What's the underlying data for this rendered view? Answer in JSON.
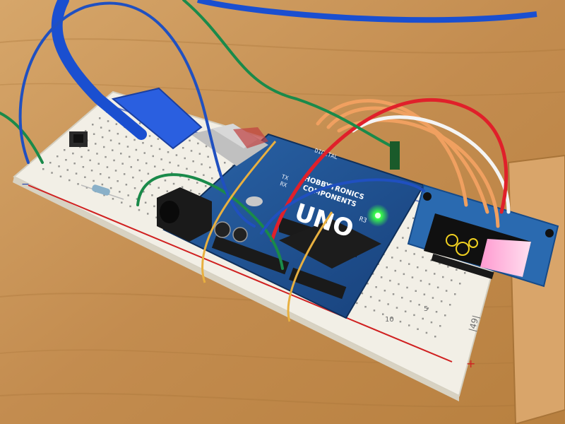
{
  "photo": {
    "board": {
      "brand_line1": "HOBBYTRONICS",
      "brand_line2": "COMPONENTS",
      "model": "UNO",
      "revision": "R3",
      "digital_label": "DIGITAL",
      "tx_label": "TX",
      "rx_label": "RX"
    },
    "breadboard": {
      "rail_plus": "+",
      "rail_minus": "−",
      "column_numbers": [
        "5",
        "10"
      ],
      "end_labels": "|49|"
    },
    "colors": {
      "table": "#c9955a",
      "breadboard": "#f2efe6",
      "arduino_pcb": "#1f4f8a",
      "usb_cable": "#1a4fd0",
      "wire_green": "#1a8a4a",
      "wire_orange": "#f0a060",
      "wire_red": "#e0202a",
      "wire_blue": "#2050c0",
      "wire_white": "#f4f4f4",
      "rubber_band": "#e8b040",
      "led_green": "#39ff4a",
      "oled_pcb": "#2a6ab0"
    }
  }
}
